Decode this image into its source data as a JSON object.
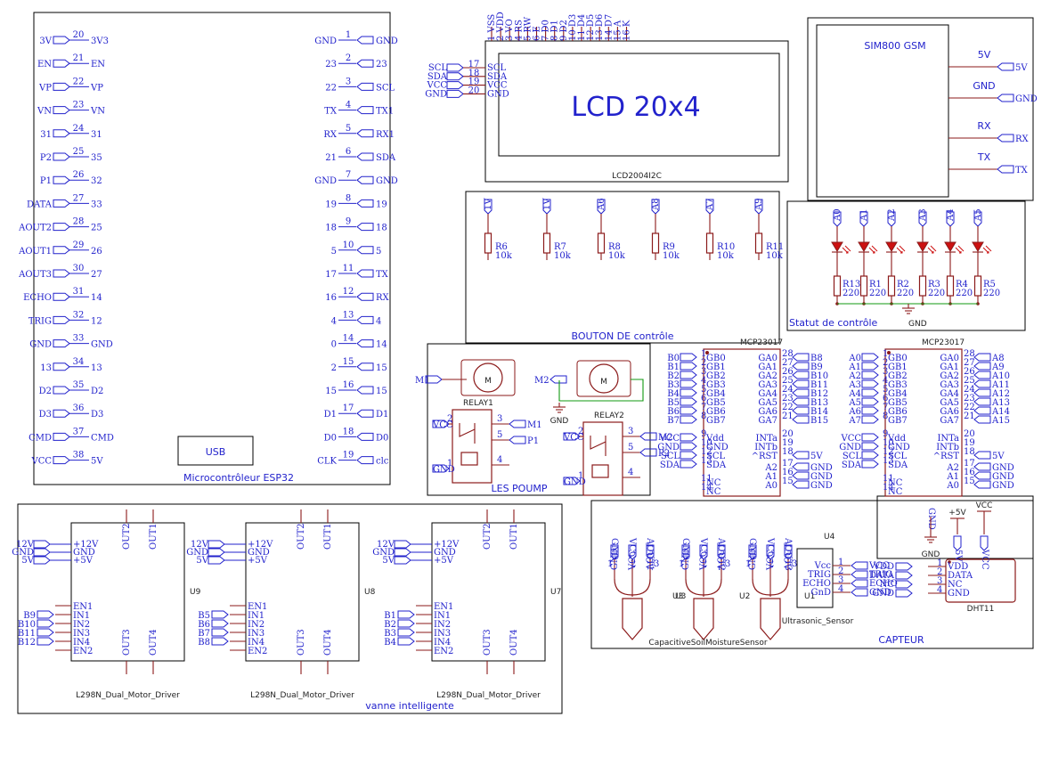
{
  "esp32": {
    "title": "Microcontrôleur ESP32",
    "usb": "USB",
    "left": [
      {
        "net": "3V",
        "num": "20",
        "name": "3V3"
      },
      {
        "net": "EN",
        "num": "21",
        "name": "EN"
      },
      {
        "net": "VP",
        "num": "22",
        "name": "VP"
      },
      {
        "net": "VN",
        "num": "23",
        "name": "VN"
      },
      {
        "net": "31",
        "num": "24",
        "name": "31"
      },
      {
        "net": "P2",
        "num": "25",
        "name": "35"
      },
      {
        "net": "P1",
        "num": "26",
        "name": "32"
      },
      {
        "net": "DATA",
        "num": "27",
        "name": "33"
      },
      {
        "net": "AOUT2",
        "num": "28",
        "name": "25"
      },
      {
        "net": "AOUT1",
        "num": "29",
        "name": "26"
      },
      {
        "net": "AOUT3",
        "num": "30",
        "name": "27"
      },
      {
        "net": "ECHO",
        "num": "31",
        "name": "14"
      },
      {
        "net": "TRIG",
        "num": "32",
        "name": "12"
      },
      {
        "net": "GND",
        "num": "33",
        "name": "GND"
      },
      {
        "net": "13",
        "num": "34",
        "name": "13"
      },
      {
        "net": "D2",
        "num": "35",
        "name": "D2"
      },
      {
        "net": "D3",
        "num": "36",
        "name": "D3"
      },
      {
        "net": "CMD",
        "num": "37",
        "name": "CMD"
      },
      {
        "net": "VCC",
        "num": "38",
        "name": "5V"
      }
    ],
    "right": [
      {
        "name": "GND",
        "num": "1",
        "net": "GND"
      },
      {
        "name": "23",
        "num": "2",
        "net": "23"
      },
      {
        "name": "22",
        "num": "3",
        "net": "SCL"
      },
      {
        "name": "TX",
        "num": "4",
        "net": "TX1"
      },
      {
        "name": "RX",
        "num": "5",
        "net": "RX1"
      },
      {
        "name": "21",
        "num": "6",
        "net": "SDA"
      },
      {
        "name": "GND",
        "num": "7",
        "net": "GND"
      },
      {
        "name": "19",
        "num": "8",
        "net": "19"
      },
      {
        "name": "18",
        "num": "9",
        "net": "18"
      },
      {
        "name": "5",
        "num": "10",
        "net": "5"
      },
      {
        "name": "17",
        "num": "11",
        "net": "TX"
      },
      {
        "name": "16",
        "num": "12",
        "net": "RX"
      },
      {
        "name": "4",
        "num": "13",
        "net": "4"
      },
      {
        "name": "0",
        "num": "14",
        "net": "14"
      },
      {
        "name": "2",
        "num": "15",
        "net": "15"
      },
      {
        "name": "15",
        "num": "16",
        "net": "15"
      },
      {
        "name": "D1",
        "num": "17",
        "net": "D1"
      },
      {
        "name": "D0",
        "num": "18",
        "net": "D0"
      },
      {
        "name": "CLK",
        "num": "19",
        "net": "clc"
      }
    ]
  },
  "lcd": {
    "display_text": "LCD  20x4",
    "ref": "LCD2004I2C",
    "top_pins": [
      {
        "num": "1",
        "name": "VSS"
      },
      {
        "num": "2",
        "name": "VDD"
      },
      {
        "num": "3",
        "name": "VO"
      },
      {
        "num": "4",
        "name": "RS"
      },
      {
        "num": "5",
        "name": "RW"
      },
      {
        "num": "6",
        "name": "E"
      },
      {
        "num": "7",
        "name": "D0"
      },
      {
        "num": "8",
        "name": "D1"
      },
      {
        "num": "9",
        "name": "D2"
      },
      {
        "num": "10",
        "name": "D3"
      },
      {
        "num": "11",
        "name": "D4"
      },
      {
        "num": "12",
        "name": "D5"
      },
      {
        "num": "13",
        "name": "D6"
      },
      {
        "num": "14",
        "name": "D7"
      },
      {
        "num": "15",
        "name": "A"
      },
      {
        "num": "16",
        "name": "K"
      }
    ],
    "left_pins": [
      {
        "net": "SCL",
        "num": "17",
        "name": "SCL"
      },
      {
        "net": "SDA",
        "num": "18",
        "name": "SDA"
      },
      {
        "net": "VCC",
        "num": "19",
        "name": "VCC"
      },
      {
        "net": "GND",
        "num": "20",
        "name": "GND"
      }
    ]
  },
  "sim800": {
    "title": "SIM800 GSM",
    "pins": [
      {
        "name": "5V",
        "net": "5V"
      },
      {
        "name": "GND",
        "net": "GND"
      },
      {
        "name": "RX",
        "net": "RX"
      },
      {
        "name": "TX",
        "net": "TX"
      }
    ]
  },
  "buttons": {
    "title": "BOUTON DE contrôle",
    "items": [
      {
        "net": "1V",
        "ref": "R6",
        "val": "10k"
      },
      {
        "net": "1V",
        "ref": "R7",
        "val": "10k"
      },
      {
        "net": "A6",
        "ref": "R8",
        "val": "10k"
      },
      {
        "net": "A8",
        "ref": "R9",
        "val": "10k"
      },
      {
        "net": "A7",
        "ref": "R10",
        "val": "10k"
      },
      {
        "net": "A9",
        "ref": "R11",
        "val": "10k"
      }
    ]
  },
  "leds": {
    "title": "Statut de contrôle",
    "gnd": "GND",
    "items": [
      {
        "net": "A0",
        "ref": "R13",
        "val": "220"
      },
      {
        "net": "A1",
        "ref": "R1",
        "val": "220"
      },
      {
        "net": "A2",
        "ref": "R2",
        "val": "220"
      },
      {
        "net": "A3",
        "ref": "R3",
        "val": "220"
      },
      {
        "net": "A4",
        "ref": "R4",
        "val": "220"
      },
      {
        "net": "A5",
        "ref": "R5",
        "val": "220"
      }
    ]
  },
  "pumps": {
    "title": "LES POUMP",
    "motor_glyph": "M",
    "m1": "M1",
    "m2": "M2",
    "gnd": "GND",
    "relay1": {
      "title": "RELAY1",
      "vcc": "VCC",
      "gnd": "GND",
      "out1": "M1",
      "out2": "P1",
      "n2": "2",
      "n3": "3",
      "n5": "5",
      "n1": "1",
      "n4": "4"
    },
    "relay2": {
      "title": "RELAY2",
      "vcc": "VCC",
      "gnd": "GND",
      "out1": "M2",
      "out2": "P2",
      "n2": "2",
      "n3": "3",
      "n5": "5",
      "n1": "1",
      "n4": "4"
    }
  },
  "mcp1": {
    "title": "MCP23017",
    "left": [
      {
        "net": "B0",
        "num": "1",
        "name": "GB0"
      },
      {
        "net": "B1",
        "num": "2",
        "name": "GB1"
      },
      {
        "net": "B2",
        "num": "3",
        "name": "GB2"
      },
      {
        "net": "B3",
        "num": "4",
        "name": "GB3"
      },
      {
        "net": "B4",
        "num": "5",
        "name": "GB4"
      },
      {
        "net": "B5",
        "num": "6",
        "name": "GB5"
      },
      {
        "net": "B6",
        "num": "7",
        "name": "GB6"
      },
      {
        "net": "B7",
        "num": "8",
        "name": "GB7"
      }
    ],
    "right": [
      {
        "name": "GA0",
        "num": "28",
        "net": "B8"
      },
      {
        "name": "GA1",
        "num": "27",
        "net": "B9"
      },
      {
        "name": "GA2",
        "num": "26",
        "net": "B10"
      },
      {
        "name": "GA3",
        "num": "25",
        "net": "B11"
      },
      {
        "name": "GA4",
        "num": "24",
        "net": "B12"
      },
      {
        "name": "GA5",
        "num": "23",
        "net": "B13"
      },
      {
        "name": "GA6",
        "num": "22",
        "net": "B14"
      },
      {
        "name": "GA7",
        "num": "21",
        "net": "B15"
      }
    ],
    "pwr_left": [
      {
        "net": "VCC",
        "num": "9",
        "name": "Vdd"
      },
      {
        "net": "GND",
        "num": "10",
        "name": "GND"
      },
      {
        "net": "SCL",
        "num": "12",
        "name": "SCL"
      },
      {
        "net": "SDA",
        "num": "13",
        "name": "SDA"
      }
    ],
    "pwr_right": [
      {
        "name": "INTa",
        "num": "20",
        "net": ""
      },
      {
        "name": "INTb",
        "num": "19",
        "net": ""
      },
      {
        "name": "^RST",
        "num": "18",
        "net": "5V"
      }
    ],
    "addr": [
      {
        "name": "A2",
        "num": "17",
        "net": "GND"
      },
      {
        "name": "A1",
        "num": "16",
        "net": "GND"
      },
      {
        "name": "A0",
        "num": "15",
        "net": "GND"
      }
    ],
    "nc": [
      {
        "num": "11",
        "name": "NC"
      },
      {
        "num": "14",
        "name": "NC"
      }
    ]
  },
  "mcp2": {
    "title": "MCP23017",
    "left": [
      {
        "net": "A0",
        "num": "1",
        "name": "GB0"
      },
      {
        "net": "A1",
        "num": "2",
        "name": "GB1"
      },
      {
        "net": "A2",
        "num": "3",
        "name": "GB2"
      },
      {
        "net": "A3",
        "num": "4",
        "name": "GB3"
      },
      {
        "net": "A4",
        "num": "5",
        "name": "GB4"
      },
      {
        "net": "A5",
        "num": "6",
        "name": "GB5"
      },
      {
        "net": "A6",
        "num": "7",
        "name": "GB6"
      },
      {
        "net": "A7",
        "num": "8",
        "name": "GB7"
      }
    ],
    "right": [
      {
        "name": "GA0",
        "num": "28",
        "net": "A8"
      },
      {
        "name": "GA1",
        "num": "27",
        "net": "A9"
      },
      {
        "name": "GA2",
        "num": "26",
        "net": "A10"
      },
      {
        "name": "GA3",
        "num": "25",
        "net": "A11"
      },
      {
        "name": "GA4",
        "num": "24",
        "net": "A12"
      },
      {
        "name": "GA5",
        "num": "23",
        "net": "A13"
      },
      {
        "name": "GA6",
        "num": "22",
        "net": "A14"
      },
      {
        "name": "GA7",
        "num": "21",
        "net": "A15"
      }
    ],
    "pwr_left": [
      {
        "net": "VCC",
        "num": "9",
        "name": "Vdd"
      },
      {
        "net": "GND",
        "num": "10",
        "name": "GND"
      },
      {
        "net": "SCL",
        "num": "12",
        "name": "SCL"
      },
      {
        "net": "SDA",
        "num": "13",
        "name": "SDA"
      }
    ],
    "pwr_right": [
      {
        "name": "INTa",
        "num": "20",
        "net": ""
      },
      {
        "name": "INTb",
        "num": "19",
        "net": ""
      },
      {
        "name": "^RST",
        "num": "18",
        "net": "5V"
      }
    ],
    "addr": [
      {
        "name": "A2",
        "num": "17",
        "net": "GND"
      },
      {
        "name": "A1",
        "num": "16",
        "net": "GND"
      },
      {
        "name": "A0",
        "num": "15",
        "net": "GND"
      }
    ],
    "nc": [
      {
        "num": "11",
        "name": "NC"
      },
      {
        "num": "14",
        "name": "NC"
      }
    ]
  },
  "drivers": {
    "title": "vanne intelligente",
    "units": [
      {
        "ref": "U9",
        "label": "L298N_Dual_Motor_Driver",
        "in_nets": [
          "B9",
          "B10",
          "B11",
          "B12"
        ]
      },
      {
        "ref": "U8",
        "label": "L298N_Dual_Motor_Driver",
        "in_nets": [
          "B5",
          "B6",
          "B7",
          "B8"
        ]
      },
      {
        "ref": "U7",
        "label": "L298N_Dual_Motor_Driver",
        "in_nets": [
          "B1",
          "B2",
          "B3",
          "B4"
        ]
      }
    ],
    "pwr_nets": [
      "12V",
      "GND",
      "5V"
    ],
    "pwr_pins": [
      "+12V",
      "GND",
      "+5V"
    ],
    "en_pins": [
      "EN1",
      "IN1",
      "IN2",
      "IN3",
      "IN4",
      "EN2"
    ],
    "out_top": [
      "OUT2",
      "OUT1"
    ],
    "out_bot": [
      "OUT3",
      "OUT4"
    ]
  },
  "sensors": {
    "title": "CAPTEUR",
    "soil_label": "CapacitiveSoilMoistureSensor",
    "soil": [
      {
        "ref": "U3",
        "nets": [
          "GND",
          "VCC",
          "AOUT1"
        ],
        "pins": [
          "GND",
          "VCC",
          "AOUT"
        ]
      },
      {
        "ref": "U3",
        "nets": [
          "GND",
          "VCC",
          "AOUT2"
        ],
        "pins": [
          "GND",
          "VCC",
          "AOUT"
        ]
      },
      {
        "ref": "U2",
        "nets": [
          "GND",
          "VCC",
          "AOUT3"
        ],
        "pins": [
          "GND",
          "VCC",
          "AOUT"
        ]
      }
    ],
    "pin_nums": [
      "1",
      "2",
      "3"
    ],
    "ultra": {
      "ref": "U4",
      "ref2": "U1",
      "label": "Ultrasonic_Sensor",
      "pins": [
        "Vcc",
        "TRIG",
        "ECHO",
        "GnD"
      ],
      "nets": [
        "VCC",
        "TRIG",
        "ECHO",
        "GND"
      ],
      "nums": [
        "1",
        "2",
        "3",
        "4"
      ]
    },
    "dht": {
      "label": "DHT11",
      "pins": [
        "VDD",
        "DATA",
        "NC",
        "GND"
      ],
      "nets": [
        "VDD",
        "DATA",
        "NC",
        "GND"
      ],
      "nums": [
        "1",
        "2",
        "3",
        "4"
      ],
      "pwr_labels": [
        "GND",
        "+5V",
        "VCC"
      ],
      "pwr_ticks": [
        "GND",
        "5V",
        "VCC"
      ]
    }
  }
}
